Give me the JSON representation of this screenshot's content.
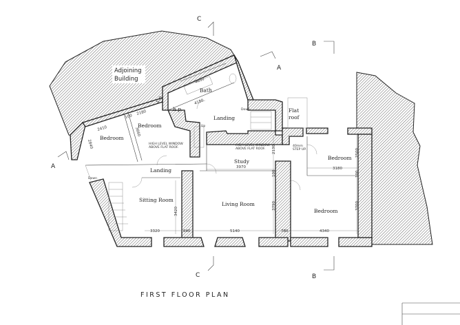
{
  "title": "FIRST FLOOR PLAN",
  "adjoining": [
    "Adjoining",
    "Building"
  ],
  "rooms": {
    "bath": "Bath",
    "hp": "h.p.",
    "landing_upper": "Landing",
    "bedroom_1": "Bedroom",
    "bedroom_2": "Bedroom",
    "landing_lower": "Landing",
    "study": "Study",
    "bedroom_3": "Bedroom",
    "sitting_room": "Sitting Room",
    "living_room": "Living Room",
    "bedroom_4": "Bedroom",
    "flat_roof": [
      "Flat",
      "roof"
    ]
  },
  "notes": {
    "window_1": [
      "HIGH LEVEL WINDOW",
      "ABOVE FLAT ROOF."
    ],
    "window_2": [
      "HIGH LEVEL WINDOW",
      "ABOVE FLAT ROOF."
    ],
    "step_up": [
      "40mm",
      "STEP UP."
    ],
    "down_1": "Down",
    "up": "Up",
    "down_2": "Down"
  },
  "dimensions": {
    "bed1_width": "2410",
    "partition": "100",
    "bed2_width": "2180",
    "bed1_depth": "2840",
    "bed2_depth": "3660",
    "bath_length": "4650",
    "landing_length": "4180",
    "bath_small": "510",
    "study_width": "3970",
    "study_depth": "2130",
    "wall_study": "100",
    "bed3_width": "3180",
    "bed3_depth": "2500",
    "wall_bed3": "100",
    "sitting_width": "3320",
    "sitting_depth": "3420",
    "wall_a": "640",
    "living_width": "5140",
    "living_depth": "3790",
    "wall_b": "780",
    "bed4_width": "4340",
    "bed4_depth": "3700"
  },
  "sections": {
    "a_left": "A",
    "a_right": "A",
    "b_top": "B",
    "b_bottom": "B",
    "c_top": "C",
    "c_bottom": "C"
  }
}
